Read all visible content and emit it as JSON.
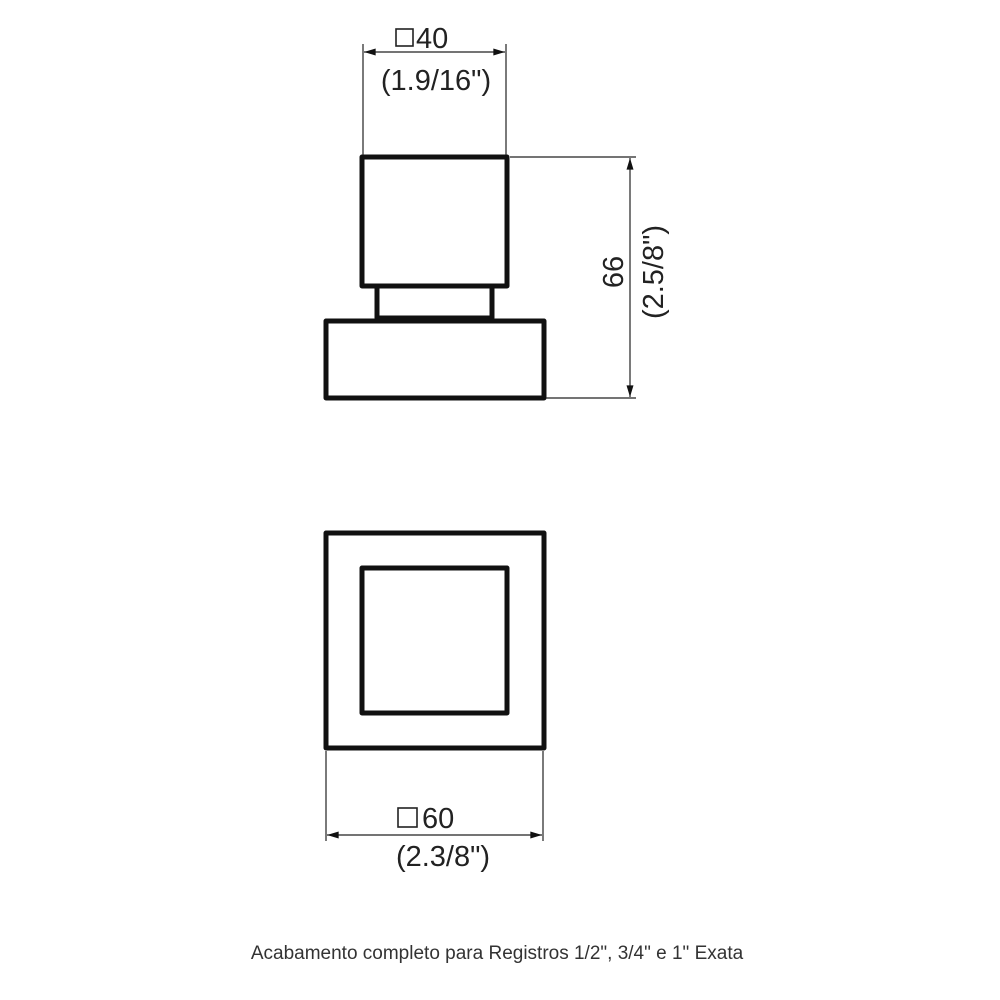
{
  "top_view": {
    "width_dim": {
      "value": "40",
      "inches": "(1.9/16\")"
    },
    "height_dim": {
      "value": "66",
      "inches": "(2.5/8\")"
    }
  },
  "bottom_view": {
    "width_dim": {
      "value": "60",
      "inches": "(2.3/8\")"
    }
  },
  "caption": "Acabamento completo para Registros 1/2\", 3/4\" e 1\" Exata"
}
